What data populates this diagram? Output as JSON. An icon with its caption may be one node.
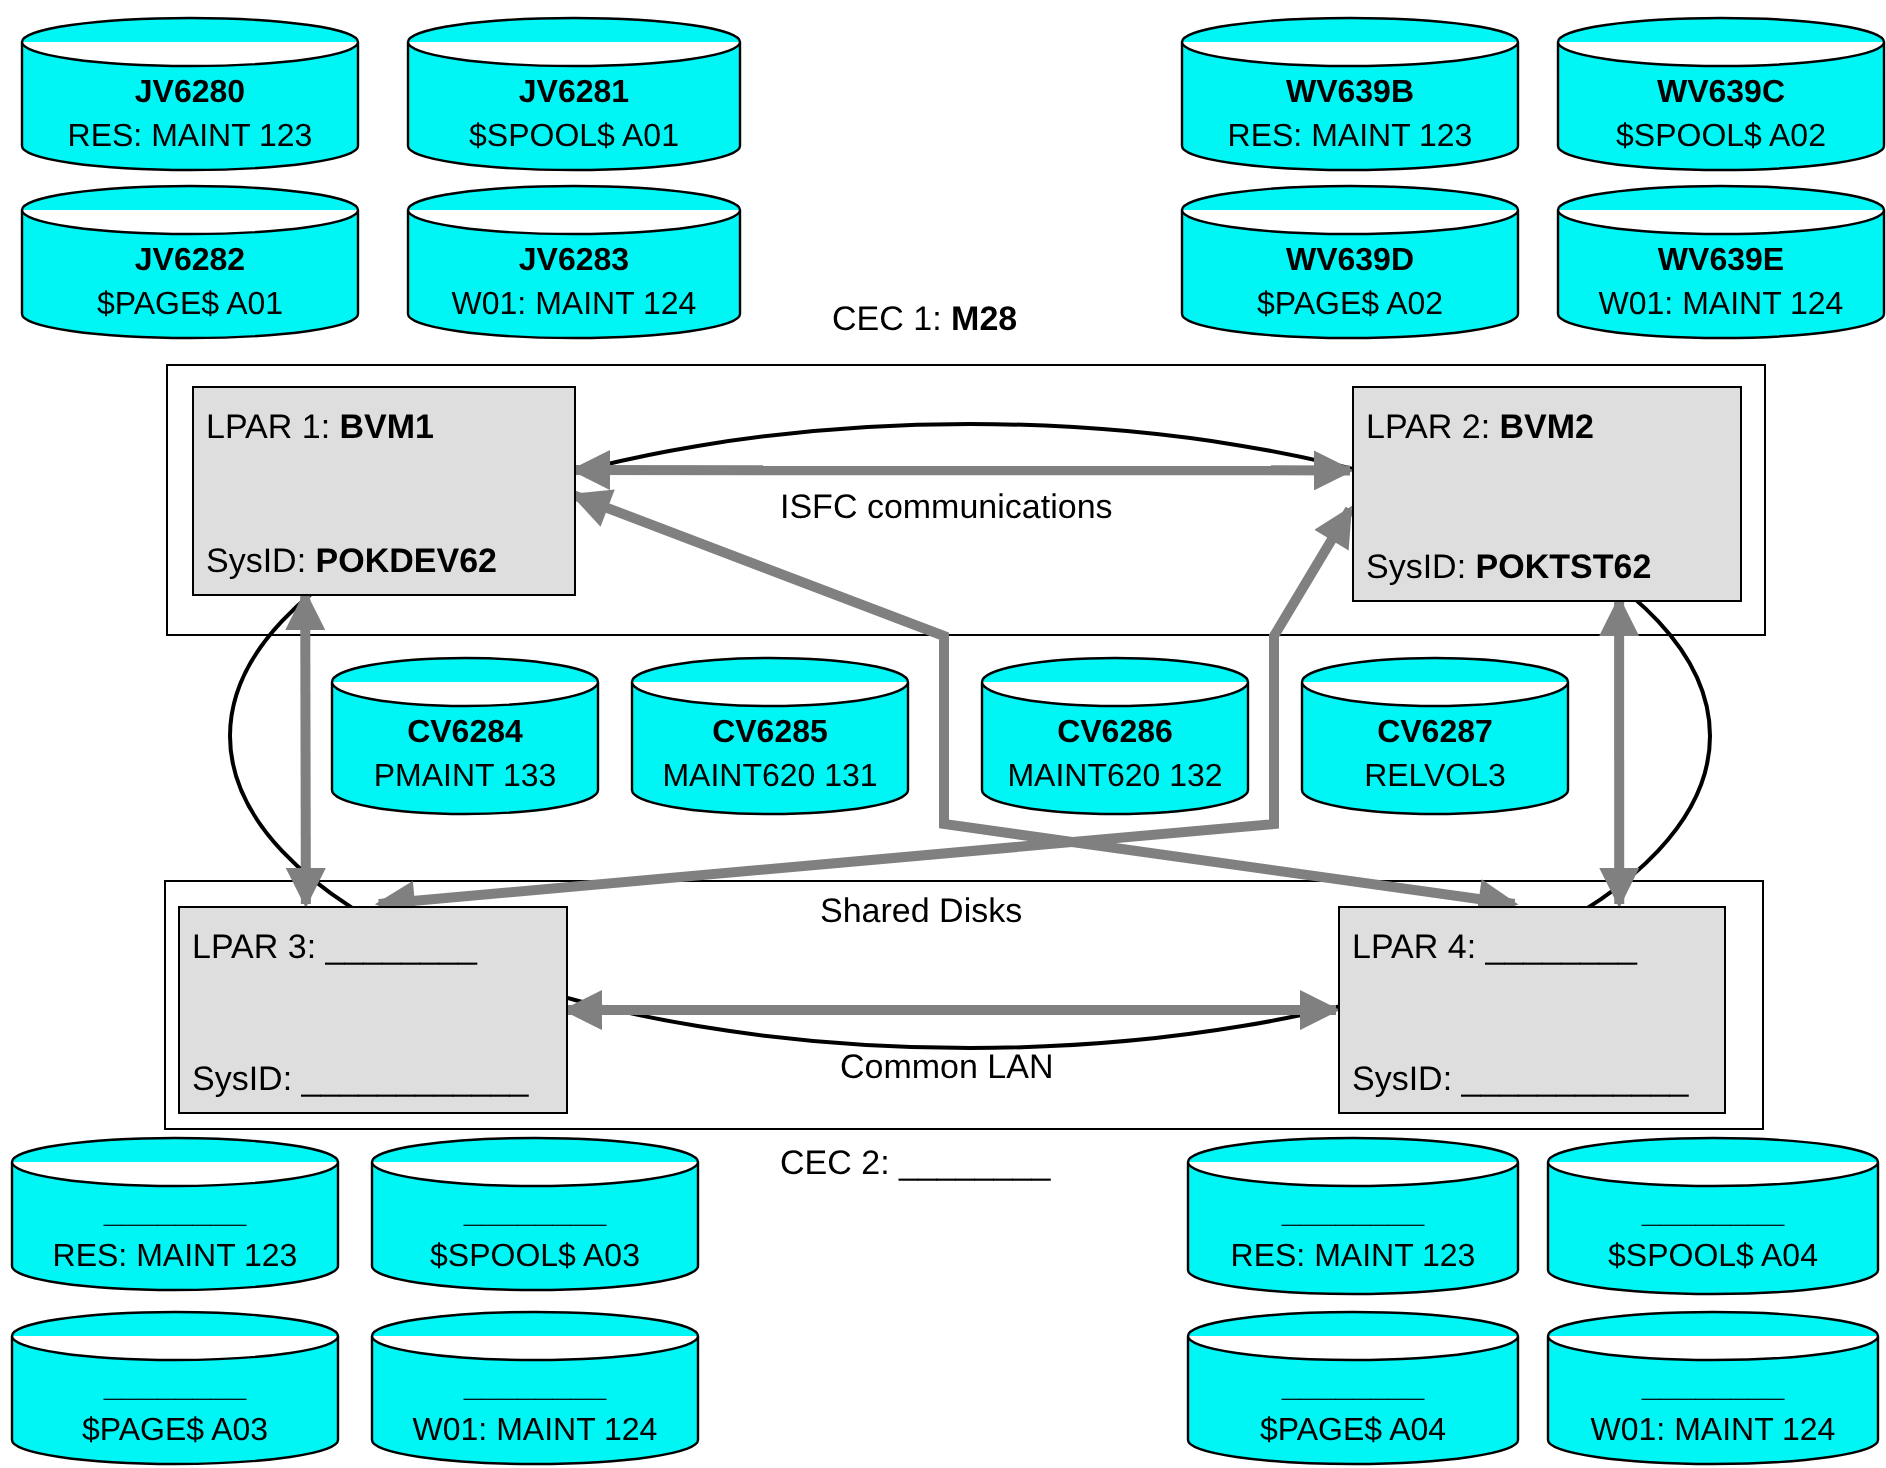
{
  "diagram": {
    "nodes": [
      {
        "text": [
          "JV6280",
          "RES: MAINT 123"
        ]
      },
      {
        "text": [
          "JV6281",
          "$SPOOL$ A01"
        ]
      },
      {
        "text": [
          "JV6282",
          "$PAGE$ A01"
        ]
      },
      {
        "text": [
          "JV6283",
          "W01: MAINT 124"
        ]
      },
      {
        "text": [
          "WV639B",
          "RES: MAINT 123"
        ]
      },
      {
        "text": [
          "WV639C",
          "$SPOOL$ A02"
        ]
      },
      {
        "text": [
          "WV639D",
          "$PAGE$ A02"
        ]
      },
      {
        "text": [
          "WV639E",
          "W01: MAINT 124"
        ]
      },
      {
        "text": [
          "CEC 1: **M28**"
        ]
      },
      {
        "text": [
          "LPAR 1: **BVM1**",
          "SysID: **POKDEV62**"
        ],
        "in": 8
      },
      {
        "text": [
          "LPAR 2: **BVM2**",
          "SysID: **POKTST62**"
        ],
        "in": 8
      },
      {
        "text": [
          "CV6284",
          "PMAINT 133"
        ]
      },
      {
        "text": [
          "CV6285",
          "MAINT620 131"
        ]
      },
      {
        "text": [
          "CV6286",
          "MAINT620 132"
        ]
      },
      {
        "text": [
          "CV6287",
          "RELVOL3"
        ]
      },
      {
        "text": [
          "CEC 2: ________"
        ]
      },
      {
        "text": [
          "LPAR 3: ________",
          "SysID: ____________"
        ],
        "in": 15
      },
      {
        "text": [
          "LPAR 4: ________",
          "SysID: ____________"
        ],
        "in": 15
      },
      {
        "text": [
          "________",
          "RES: MAINT 123"
        ]
      },
      {
        "text": [
          "________",
          "$SPOOL$ A03"
        ]
      },
      {
        "text": [
          "________",
          "$PAGE$ A03"
        ]
      },
      {
        "text": [
          "________",
          "W01: MAINT 124"
        ]
      },
      {
        "text": [
          "________",
          "RES: MAINT 123"
        ]
      },
      {
        "text": [
          "________",
          "$SPOOL$ A04"
        ]
      },
      {
        "text": [
          "________",
          "$PAGE$ A04"
        ]
      },
      {
        "text": [
          "________",
          "W01: MAINT 124"
        ]
      }
    ],
    "edges": [
      {
        "from": 9,
        "to": 10,
        "arrow": "both",
        "label": "ISFC communications"
      },
      {
        "from": 9,
        "to": 16,
        "arrow": "both"
      },
      {
        "from": 10,
        "to": 17,
        "arrow": "both"
      },
      {
        "from": 16,
        "to": 17,
        "arrow": "both",
        "label": "Common LAN"
      },
      {
        "from": 9,
        "to": 17,
        "arrow": "both"
      },
      {
        "from": 10,
        "to": 16,
        "arrow": "both"
      }
    ],
    "labels": [
      "Shared Disks"
    ]
  }
}
